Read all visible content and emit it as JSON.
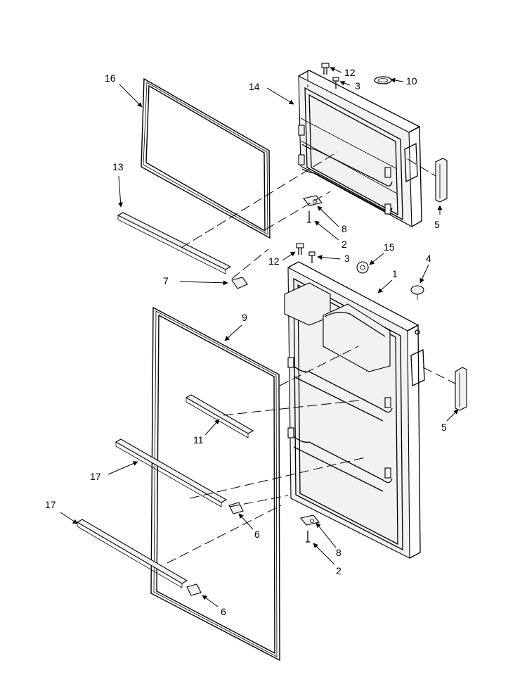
{
  "callouts": {
    "c1": "1",
    "c2a": "2",
    "c2b": "2",
    "c3a": "3",
    "c3b": "3",
    "c4": "4",
    "c5a": "5",
    "c5b": "5",
    "c6a": "6",
    "c6b": "6",
    "c7": "7",
    "c8a": "8",
    "c8b": "8",
    "c9": "9",
    "c10": "10",
    "c11": "11",
    "c12a": "12",
    "c12b": "12",
    "c13": "13",
    "c14": "14",
    "c15": "15",
    "c16": "16",
    "c17a": "17",
    "c17b": "17"
  },
  "icons": {
    "arrowhead": "filled-triangle-arrowhead"
  }
}
